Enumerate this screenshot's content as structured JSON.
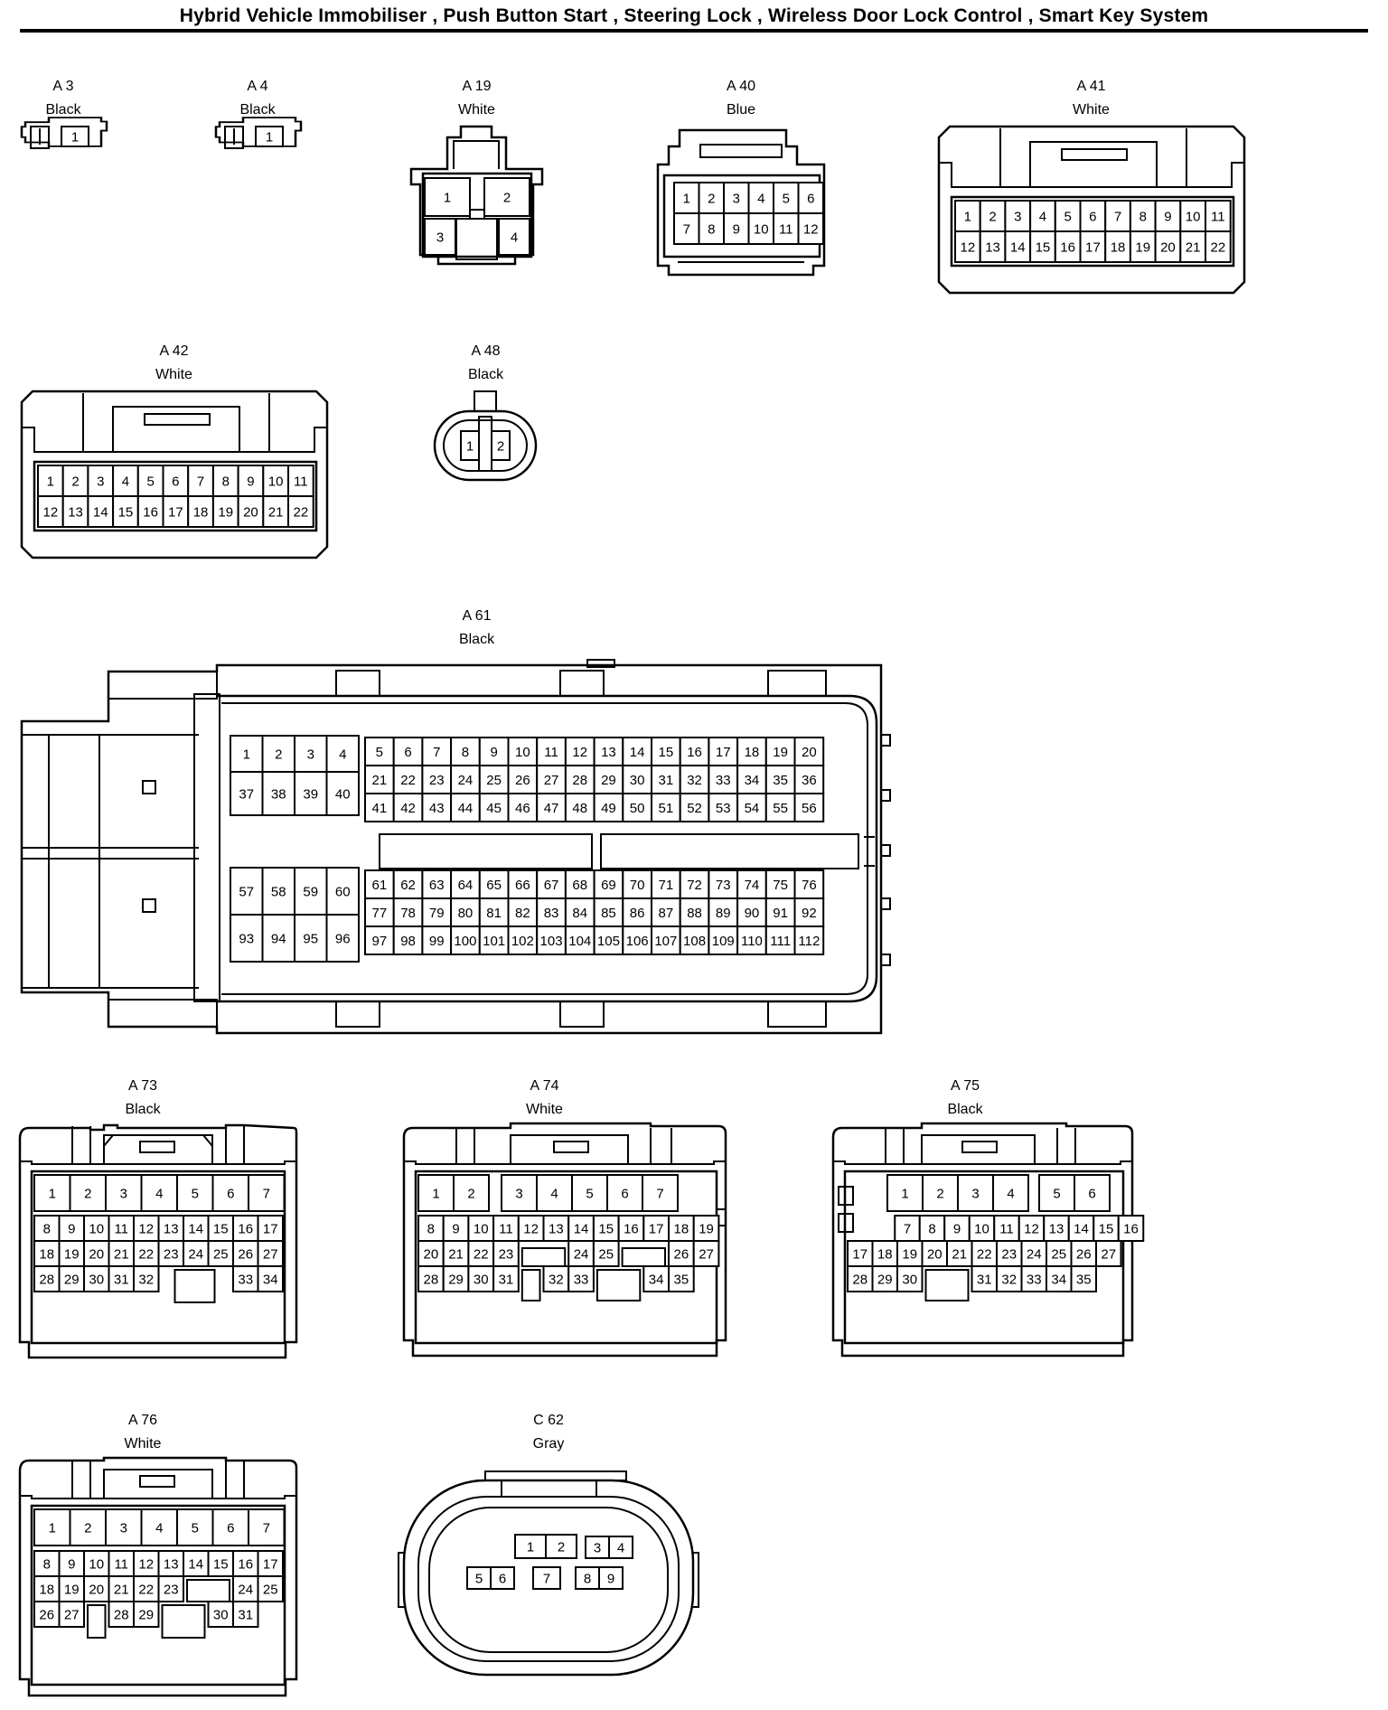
{
  "title": "Hybrid Vehicle Immobiliser , Push Button Start , Steering Lock , Wireless Door Lock Control , Smart Key System",
  "connectors": [
    {
      "id": "A 3",
      "color": "Black",
      "pins": [
        "1"
      ]
    },
    {
      "id": "A 4",
      "color": "Black",
      "pins": [
        "1"
      ]
    },
    {
      "id": "A 19",
      "color": "White",
      "pins": [
        "1",
        "2",
        "3",
        "4"
      ]
    },
    {
      "id": "A 40",
      "color": "Blue",
      "pins": [
        "1",
        "2",
        "3",
        "4",
        "5",
        "6",
        "7",
        "8",
        "9",
        "10",
        "11",
        "12"
      ]
    },
    {
      "id": "A 41",
      "color": "White",
      "pins": [
        "1",
        "2",
        "3",
        "4",
        "5",
        "6",
        "7",
        "8",
        "9",
        "10",
        "11",
        "12",
        "13",
        "14",
        "15",
        "16",
        "17",
        "18",
        "19",
        "20",
        "21",
        "22"
      ]
    },
    {
      "id": "A 42",
      "color": "White",
      "pins": [
        "1",
        "2",
        "3",
        "4",
        "5",
        "6",
        "7",
        "8",
        "9",
        "10",
        "11",
        "12",
        "13",
        "14",
        "15",
        "16",
        "17",
        "18",
        "19",
        "20",
        "21",
        "22"
      ]
    },
    {
      "id": "A 48",
      "color": "Black",
      "pins": [
        "1",
        "2"
      ]
    },
    {
      "id": "A 61",
      "color": "Black",
      "pins": [
        "1",
        "2",
        "3",
        "4",
        "5",
        "6",
        "7",
        "8",
        "9",
        "10",
        "11",
        "12",
        "13",
        "14",
        "15",
        "16",
        "17",
        "18",
        "19",
        "20",
        "21",
        "22",
        "23",
        "24",
        "25",
        "26",
        "27",
        "28",
        "29",
        "30",
        "31",
        "32",
        "33",
        "34",
        "35",
        "36",
        "37",
        "38",
        "39",
        "40",
        "41",
        "42",
        "43",
        "44",
        "45",
        "46",
        "47",
        "48",
        "49",
        "50",
        "51",
        "52",
        "53",
        "54",
        "55",
        "56",
        "57",
        "58",
        "59",
        "60",
        "61",
        "62",
        "63",
        "64",
        "65",
        "66",
        "67",
        "68",
        "69",
        "70",
        "71",
        "72",
        "73",
        "74",
        "75",
        "76",
        "77",
        "78",
        "79",
        "80",
        "81",
        "82",
        "83",
        "84",
        "85",
        "86",
        "87",
        "88",
        "89",
        "90",
        "91",
        "92",
        "93",
        "94",
        "95",
        "96",
        "97",
        "98",
        "99",
        "100",
        "101",
        "102",
        "103",
        "104",
        "105",
        "106",
        "107",
        "108",
        "109",
        "110",
        "111",
        "112"
      ]
    },
    {
      "id": "A 73",
      "color": "Black",
      "pins": [
        "1",
        "2",
        "3",
        "4",
        "5",
        "6",
        "7",
        "8",
        "9",
        "10",
        "11",
        "12",
        "13",
        "14",
        "15",
        "16",
        "17",
        "18",
        "19",
        "20",
        "21",
        "22",
        "23",
        "24",
        "25",
        "26",
        "27",
        "28",
        "29",
        "30",
        "31",
        "32",
        "33",
        "34"
      ]
    },
    {
      "id": "A 74",
      "color": "White",
      "pins": [
        "1",
        "2",
        "3",
        "4",
        "5",
        "6",
        "7",
        "8",
        "9",
        "10",
        "11",
        "12",
        "13",
        "14",
        "15",
        "16",
        "17",
        "18",
        "19",
        "20",
        "21",
        "22",
        "23",
        "24",
        "25",
        "26",
        "27",
        "28",
        "29",
        "30",
        "31",
        "32",
        "33",
        "34",
        "35"
      ]
    },
    {
      "id": "A 75",
      "color": "Black",
      "pins": [
        "1",
        "2",
        "3",
        "4",
        "5",
        "6",
        "7",
        "8",
        "9",
        "10",
        "11",
        "12",
        "13",
        "14",
        "15",
        "16",
        "17",
        "18",
        "19",
        "20",
        "21",
        "22",
        "23",
        "24",
        "25",
        "26",
        "27",
        "28",
        "29",
        "30",
        "31",
        "32",
        "33",
        "34",
        "35"
      ]
    },
    {
      "id": "A 76",
      "color": "White",
      "pins": [
        "1",
        "2",
        "3",
        "4",
        "5",
        "6",
        "7",
        "8",
        "9",
        "10",
        "11",
        "12",
        "13",
        "14",
        "15",
        "16",
        "17",
        "18",
        "19",
        "20",
        "21",
        "22",
        "23",
        "24",
        "25",
        "26",
        "27",
        "28",
        "29",
        "30",
        "31"
      ]
    },
    {
      "id": "C 62",
      "color": "Gray",
      "pins": [
        "1",
        "2",
        "3",
        "4",
        "5",
        "6",
        "7",
        "8",
        "9"
      ]
    }
  ]
}
